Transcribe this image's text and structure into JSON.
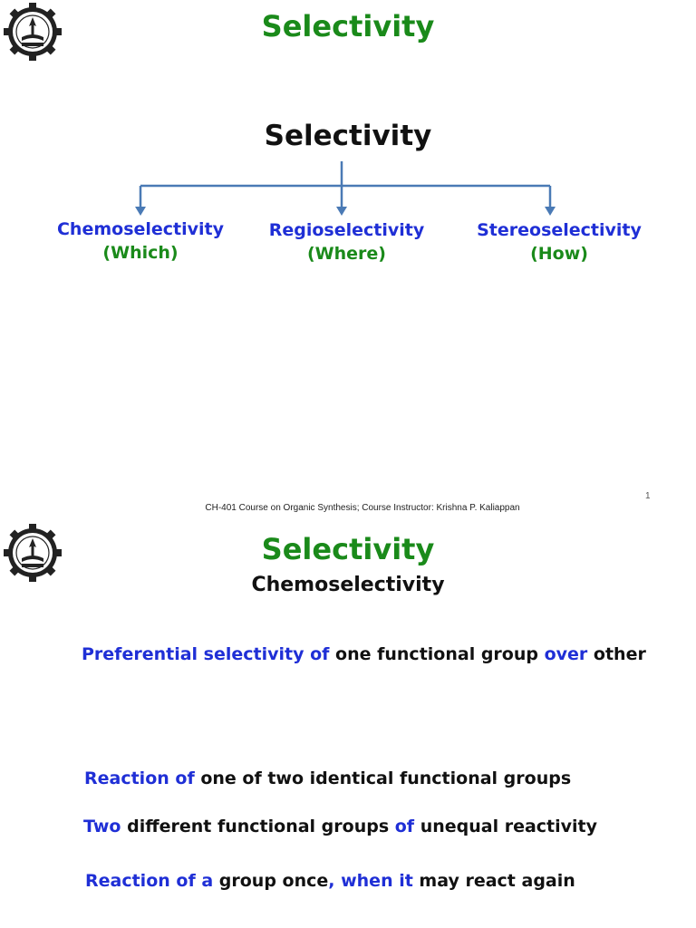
{
  "slide1": {
    "title": "Selectivity",
    "root": "Selectivity",
    "branches": [
      {
        "name": "Chemoselectivity",
        "sub": "(Which)"
      },
      {
        "name": "Regioselectivity",
        "sub": "(Where)"
      },
      {
        "name": "Stereoselectivity",
        "sub": "(How)"
      }
    ],
    "footer": "CH-401 Course on Organic Synthesis; Course Instructor: Krishna P. Kaliappan",
    "page_number": "1"
  },
  "slide2": {
    "title": "Selectivity",
    "subtitle": "Chemoselectivity",
    "line1": [
      {
        "text": "Preferential selectivity of ",
        "color": "blue"
      },
      {
        "text": "one functional group ",
        "color": "black"
      },
      {
        "text": "over ",
        "color": "blue"
      },
      {
        "text": "other",
        "color": "black"
      }
    ],
    "line2": [
      {
        "text": "Reaction of ",
        "color": "blue"
      },
      {
        "text": "one of two identical functional groups",
        "color": "black"
      }
    ],
    "line3": [
      {
        "text": "Two ",
        "color": "blue"
      },
      {
        "text": "different functional groups ",
        "color": "black"
      },
      {
        "text": "of ",
        "color": "blue"
      },
      {
        "text": "unequal reactivity",
        "color": "black"
      }
    ],
    "line4": [
      {
        "text": "Reaction of a ",
        "color": "blue"
      },
      {
        "text": "group once",
        "color": "black"
      },
      {
        "text": ", when it ",
        "color": "blue"
      },
      {
        "text": "may react again",
        "color": "black"
      }
    ]
  },
  "colors": {
    "title_green": "#1a8a1a",
    "text_blue": "#1f2fd6",
    "arrow_blue": "#4a7ab5"
  },
  "icons": {
    "logo": "institute-gear-emblem-icon"
  }
}
